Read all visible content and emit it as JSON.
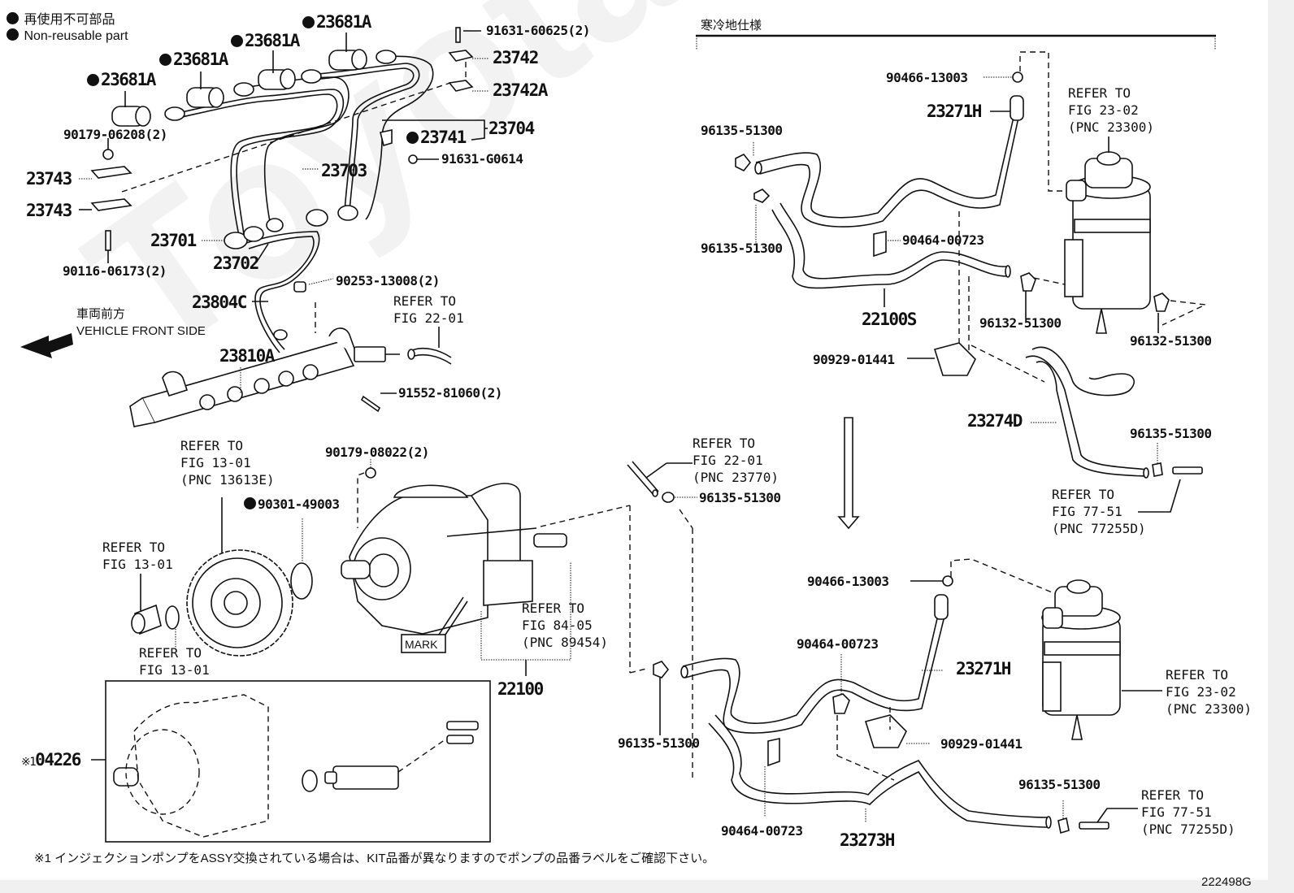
{
  "legend": {
    "non_reusable_jp": "再使用不可部品",
    "non_reusable_en": "Non-reusable part"
  },
  "direction": {
    "jp": "車両前方",
    "en": "VEHICLE FRONT SIDE"
  },
  "cold_region": {
    "label": "寒冷地仕様"
  },
  "mark_label": "MARK",
  "parts": {
    "p23681A_1": "23681A",
    "p23681A_2": "23681A",
    "p23681A_3": "23681A",
    "p23681A_4": "23681A",
    "p90179_06208": "90179-06208(2)",
    "p91631_60625": "91631-60625(2)",
    "p23742": "23742",
    "p23742A": "23742A",
    "p23741": "23741",
    "p23704": "23704",
    "p91631_G0614": "91631-G0614",
    "p23703": "23703",
    "p23743_a": "23743",
    "p23743_b": "23743",
    "p23701": "23701",
    "p23702": "23702",
    "p90116_06173": "90116-06173(2)",
    "p90253_13008": "90253-13008(2)",
    "p23804C": "23804C",
    "p23810A": "23810A",
    "p91552_81060": "91552-81060(2)",
    "p90179_08022": "90179-08022(2)",
    "p90301_49003": "90301-49003",
    "p22100": "22100",
    "p04226": "04226",
    "p04226_prefix": "※1",
    "r_90466_13003_a": "90466-13003",
    "r_23271H_a": "23271H",
    "r_96135_51300_a": "96135-51300",
    "r_96135_51300_b": "96135-51300",
    "r_90464_00723_a": "90464-00723",
    "r_22100S": "22100S",
    "r_96132_51300_a": "96132-51300",
    "r_96132_51300_b": "96132-51300",
    "r_90929_01441_a": "90929-01441",
    "r_23274D": "23274D",
    "r_96135_51300_c": "96135-51300",
    "r_96135_51300_d": "96135-51300",
    "r_90466_13003_b": "90466-13003",
    "r_90464_00723_b": "90464-00723",
    "r_23271H_b": "23271H",
    "r_96135_51300_e": "96135-51300",
    "r_90929_01441_b": "90929-01441",
    "r_90464_00723_c": "90464-00723",
    "r_23273H": "23273H",
    "r_96135_51300_f": "96135-51300"
  },
  "references": {
    "fig22_01_rail": "REFER TO\nFIG 22-01",
    "fig13_01_gear": "REFER TO\nFIG 13-01\n(PNC 13613E)",
    "fig13_01_bush": "REFER TO\nFIG 13-01",
    "fig13_01_ring": "REFER TO\nFIG 13-01",
    "fig22_01_pipe": "REFER TO\nFIG 22-01\n(PNC 23770)",
    "fig84_05": "REFER TO\nFIG 84-05\n(PNC 89454)",
    "fig23_02_top": "REFER TO\nFIG 23-02\n(PNC 23300)",
    "fig77_51_top": "REFER TO\nFIG 77-51\n(PNC 77255D)",
    "fig23_02_bottom": "REFER TO\nFIG 23-02\n(PNC 23300)",
    "fig77_51_bottom": "REFER TO\nFIG 77-51\n(PNC 77255D)"
  },
  "footnote": "※1 インジェクションポンプをASSY交換されている場合は、KIT品番が異なりますのでポンプの品番ラベルをご確認下さい。",
  "figure_id": "222498G",
  "watermark": "ToyotaCarMine.ru"
}
